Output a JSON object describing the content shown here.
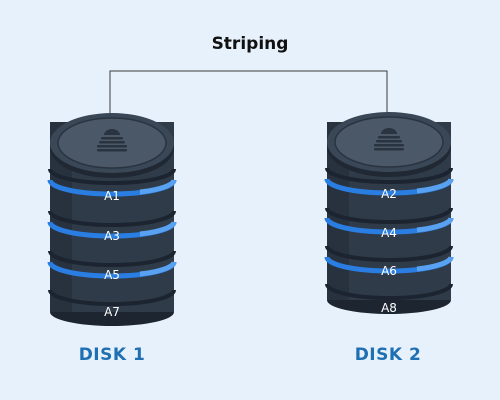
{
  "title": "Striping",
  "disks": [
    {
      "name": "DISK 1",
      "segments": [
        "A1",
        "A3",
        "A5",
        "A7"
      ]
    },
    {
      "name": "DISK 2",
      "segments": [
        "A2",
        "A4",
        "A6",
        "A8"
      ]
    }
  ],
  "colors": {
    "background": "#e6f1fb",
    "disk_body": "#2f3b48",
    "disk_dark": "#1d2630",
    "disk_top": "#3a4756",
    "stripe_blue": "#2a7de1",
    "stripe_light": "#59a2f2",
    "label_blue": "#1f6fb3"
  },
  "icons": {
    "disk_top": "stack-icon"
  }
}
